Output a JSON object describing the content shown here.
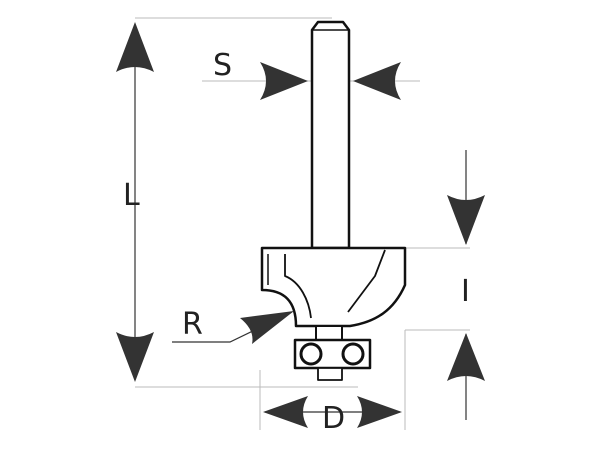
{
  "labels": {
    "shank_diameter": "S",
    "overall_length": "L",
    "radius": "R",
    "cut_length": "I",
    "cut_diameter": "D"
  },
  "colors": {
    "line": "#111111",
    "dimension": "#333333",
    "extension": "#bbbbbb",
    "arrow": "#333333"
  }
}
